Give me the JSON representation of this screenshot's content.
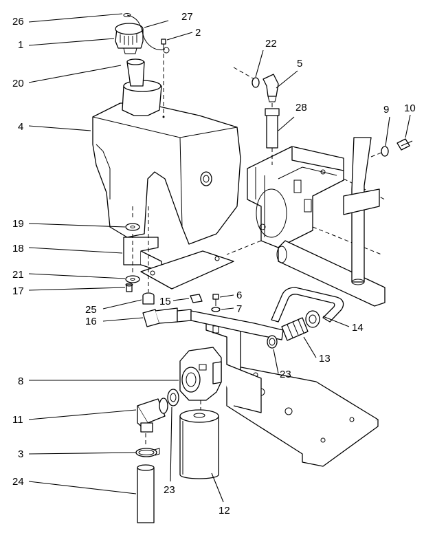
{
  "callouts": {
    "c1": "1",
    "c2": "2",
    "c3": "3",
    "c4": "4",
    "c5": "5",
    "c6": "6",
    "c7": "7",
    "c8": "8",
    "c9": "9",
    "c10": "10",
    "c11": "11",
    "c12": "12",
    "c13": "13",
    "c14": "14",
    "c15": "15",
    "c16": "16",
    "c17": "17",
    "c18": "18",
    "c19": "19",
    "c20": "20",
    "c21": "21",
    "c22": "22",
    "c23a": "23",
    "c23b": "23",
    "c24": "24",
    "c25": "25",
    "c26": "26",
    "c27": "27",
    "c28": "28"
  }
}
